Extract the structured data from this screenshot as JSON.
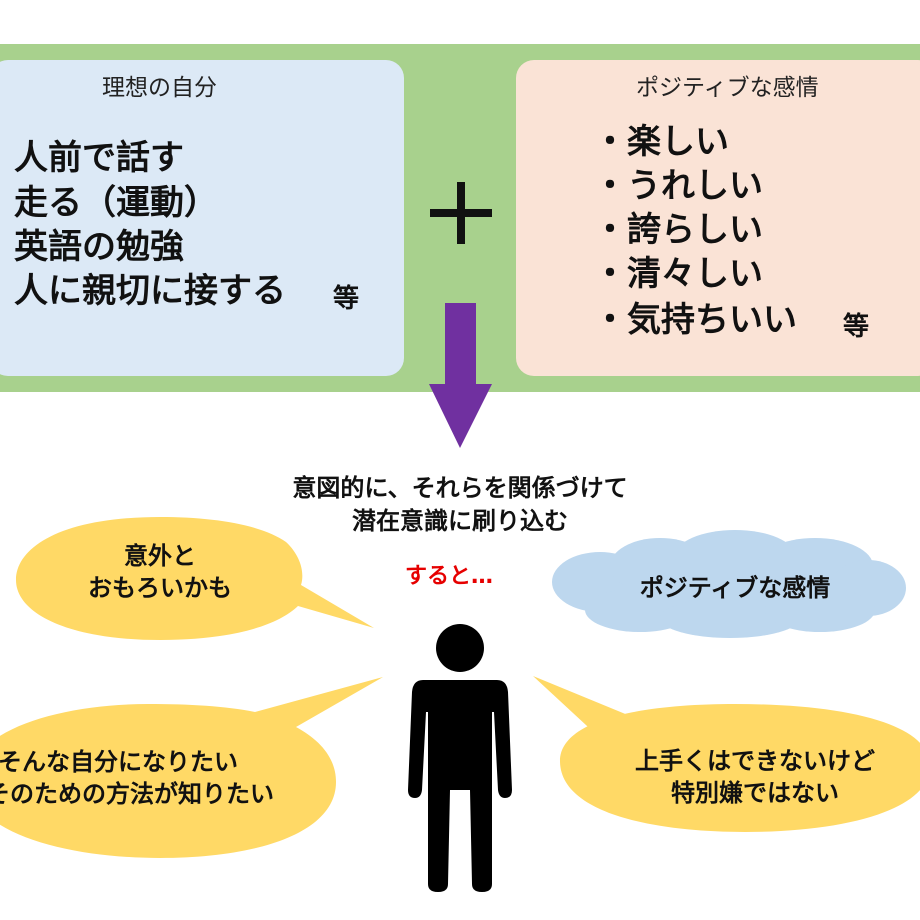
{
  "left_box": {
    "title": "理想の自分",
    "items": [
      "人前で話す",
      "走る（運動）",
      "英語の勉強",
      "人に親切に接する"
    ],
    "etc": "等"
  },
  "plus_sign": "＋",
  "right_box": {
    "title": "ポジティブな感情",
    "items": [
      "・楽しい",
      "・うれしい",
      "・誇らしい",
      "・清々しい",
      "・気持ちいい"
    ],
    "etc": "等"
  },
  "caption": {
    "line1": "意図的に、それらを関係づけて",
    "line2": "潜在意識に刷り込む"
  },
  "result_text": "すると…",
  "bubbles": {
    "top_left": {
      "line1": "意外と",
      "line2": "おもろいかも"
    },
    "cloud": "ポジティブな感情",
    "bottom_left": {
      "line1": "そんな自分になりたい",
      "line2": "そのための方法が知りたい"
    },
    "bottom_right": {
      "line1": "上手くはできないけど",
      "line2": "特別嫌ではない"
    }
  },
  "colors": {
    "band": "#a8d18d",
    "left_box": "#dce9f6",
    "right_box": "#fae3d6",
    "arrow": "#7030a0",
    "bubble": "#ffd966",
    "cloud": "#bdd7ee",
    "accent_red": "#e60000"
  }
}
